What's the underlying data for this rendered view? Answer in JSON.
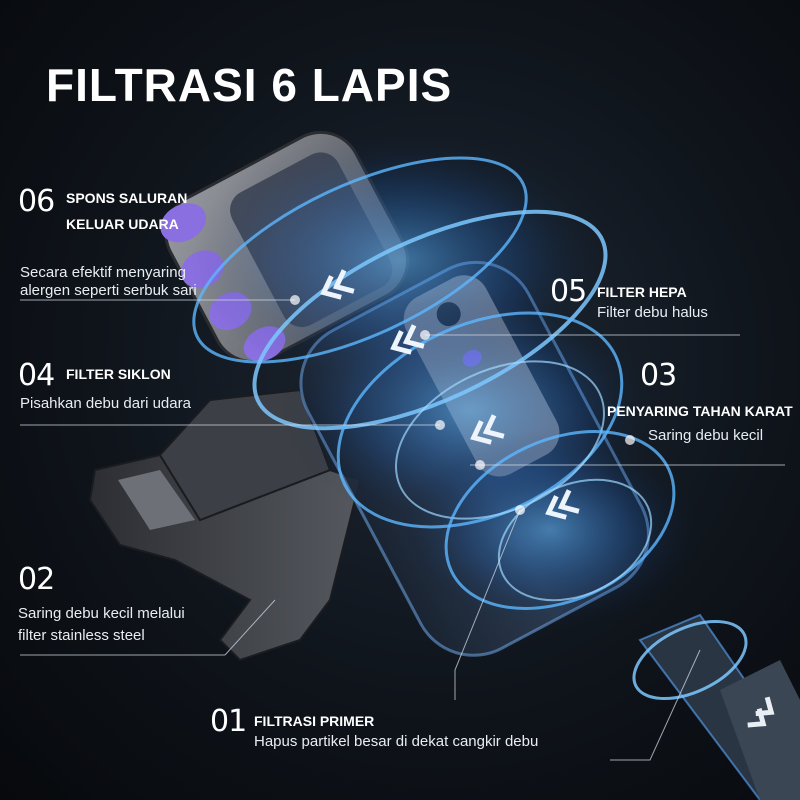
{
  "title": "FILTRASI 6 LAPIS",
  "layers": [
    {
      "number": "06",
      "title_line1": "SPONS SALURAN",
      "title_line2": "KELUAR UDARA",
      "desc_line1": "Secara efektif menyaring",
      "desc_line2": "alergen seperti serbuk sari"
    },
    {
      "number": "05",
      "title": "FILTER HEPA",
      "desc": "Filter debu halus"
    },
    {
      "number": "04",
      "title": "FILTER SIKLON",
      "desc": "Pisahkan debu dari udara"
    },
    {
      "number": "03",
      "title": "PENYARING TAHAN KARAT",
      "desc": "Saring debu kecil"
    },
    {
      "number": "02",
      "desc_line1": "Saring debu kecil melalui",
      "desc_line2": "filter stainless steel"
    },
    {
      "number": "01",
      "title": "FILTRASI PRIMER",
      "desc": "Hapus partikel besar di dekat cangkir debu"
    }
  ],
  "colors": {
    "background": "#0f141b",
    "glow": "#3aa0ff",
    "accent_purple": "#8a6fe0",
    "body_gray": "#7d8087",
    "text": "#ffffff"
  },
  "icons": [
    "chevron-right-icon",
    "power-button-icon",
    "mode-button-icon"
  ]
}
